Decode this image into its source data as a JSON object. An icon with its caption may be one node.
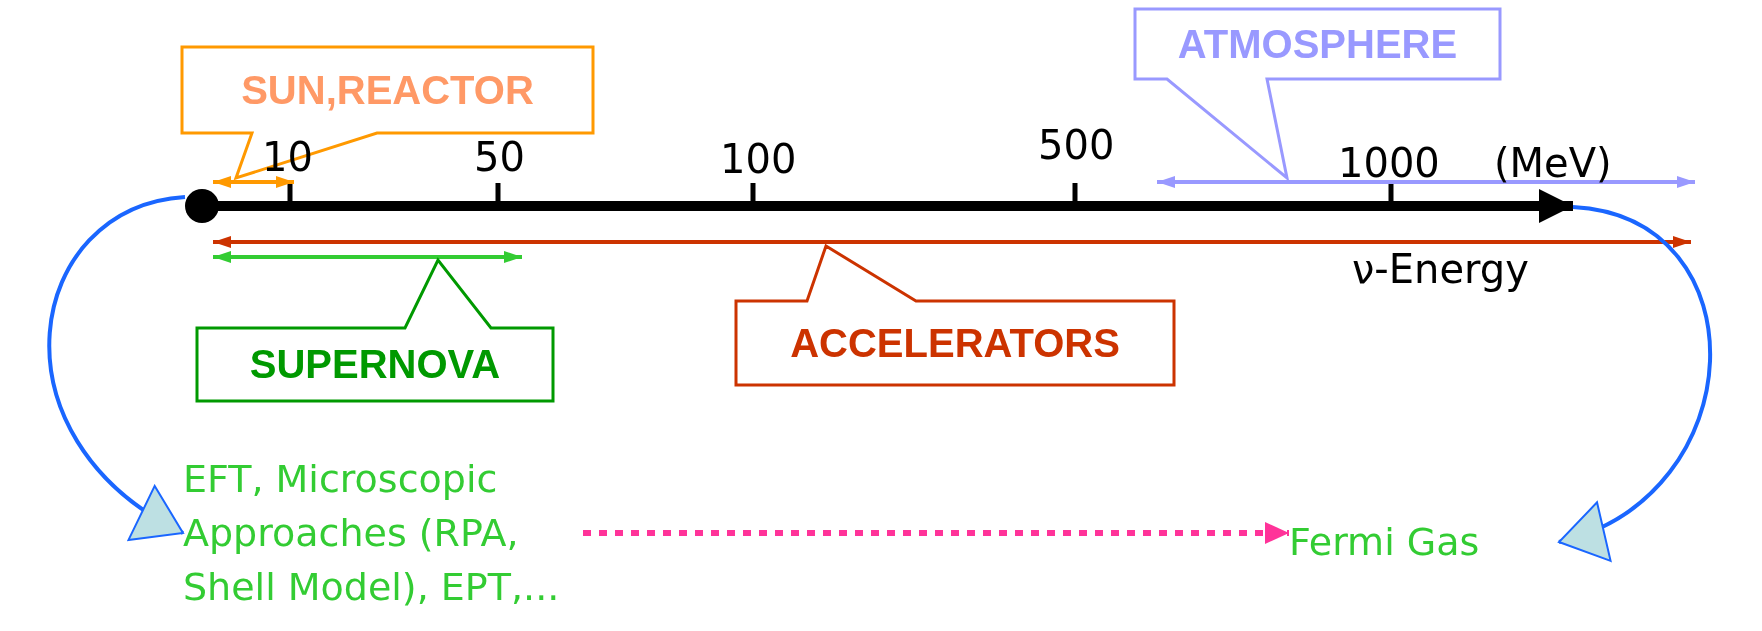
{
  "diagram": {
    "nodes": [
      {
        "text": [
          "SUN,REACTOR"
        ]
      },
      {
        "text": [
          "ATMOSPHERE"
        ]
      },
      {
        "text": [
          "SUPERNOVA"
        ]
      },
      {
        "text": [
          "ACCELERATORS"
        ]
      },
      {
        "text": [
          "EFT, Microscopic Approaches (RPA, Shell Model), EPT,..."
        ]
      },
      {
        "text": [
          "Fermi Gas"
        ]
      },
      {
        "text": [],
        "shape": "arrow"
      }
    ],
    "edges": [
      {
        "from": 6,
        "to": 4,
        "arrow": "to"
      },
      {
        "from": 6,
        "to": 5,
        "arrow": "to"
      },
      {
        "from": 4,
        "to": 5,
        "arrow": "to",
        "style": "dashed",
        "color": "#ff3399"
      }
    ],
    "labels": [
      "10",
      "50",
      "100",
      "500",
      "1000",
      "(MeV)",
      "ν-Energy"
    ]
  }
}
